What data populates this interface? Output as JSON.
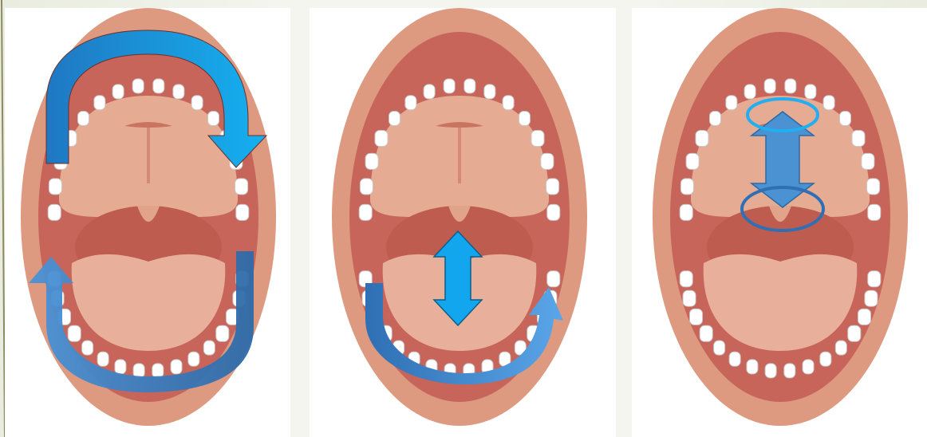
{
  "figure": {
    "panels": [
      {
        "id": "p1",
        "subject": "mouth-open-view",
        "arrows": [
          "upper-arch-curved-arrow",
          "lower-arch-curved-arrow"
        ]
      },
      {
        "id": "p2",
        "subject": "mouth-open-view",
        "arrows": [
          "lower-arch-curved-arrow",
          "tongue-vertical-double-arrow"
        ]
      },
      {
        "id": "p3",
        "subject": "mouth-open-view",
        "arrows": [
          "palate-vertical-double-arrow"
        ],
        "marks": [
          "upper-ellipse",
          "lower-ellipse"
        ]
      }
    ]
  },
  "colors": {
    "lip": "#dd9a80",
    "mouth": "#c8655a",
    "palate": "#e6ab93",
    "tooth": "#ffffff",
    "tooth_outline": "#c9c9c9",
    "arrow_light": "#1aa5e8",
    "arrow_dark": "#3d7fc0",
    "background": "#eef1e6"
  }
}
